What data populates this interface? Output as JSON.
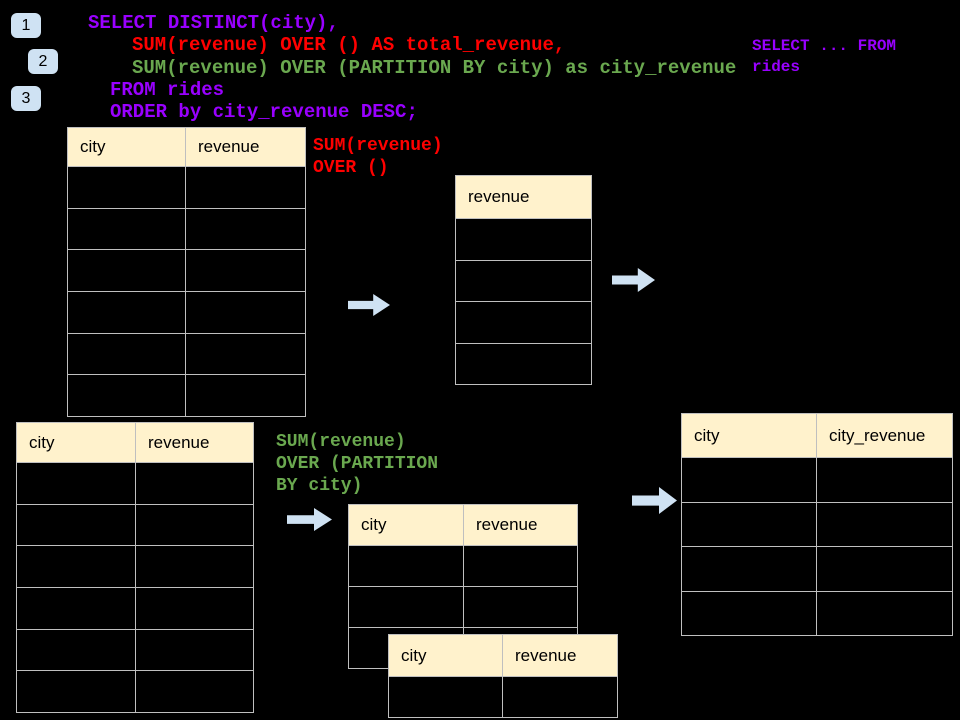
{
  "colors": {
    "background": "#000000",
    "purple": "#9900ff",
    "red": "#ff0000",
    "green": "#6aa84f",
    "header_bg": "#fff2cc",
    "arrow_blue": "#cfe2f3",
    "badge_bg": "#cfe2f3",
    "table_border": "#bfbfbf"
  },
  "badges": {
    "items": [
      "1",
      "2",
      "3"
    ]
  },
  "code": {
    "lines": [
      {
        "text": "SELECT DISTINCT(city),",
        "color": "purple"
      },
      {
        "text": "SUM(revenue) OVER () AS total_revenue,",
        "color": "red"
      },
      {
        "text": "SUM(revenue) OVER (PARTITION BY city) as city_revenue",
        "color": "green"
      },
      {
        "text": "FROM rides",
        "color": "purple"
      },
      {
        "text": "ORDER by city_revenue DESC;",
        "color": "purple"
      }
    ]
  },
  "side_note": {
    "text": "SELECT ... FROM\nrides",
    "color": "purple"
  },
  "annotations": {
    "total_revenue_note": {
      "text": "SUM(revenue)\nOVER ()",
      "color": "red"
    },
    "partition_note": {
      "text": "SUM(revenue)\nOVER (PARTITION\nBY city)",
      "color": "green"
    }
  },
  "tables": {
    "source_top": {
      "headers": [
        "city",
        "revenue"
      ],
      "empty_rows": 6
    },
    "total_revenue": {
      "headers": [
        "revenue"
      ],
      "empty_rows": 4
    },
    "source_bottom": {
      "headers": [
        "city",
        "revenue"
      ],
      "empty_rows": 6
    },
    "partition_mid": {
      "headers": [
        "city",
        "revenue"
      ],
      "empty_rows": 3
    },
    "partition_overlay": {
      "headers": [
        "city",
        "revenue"
      ],
      "empty_rows": 1
    },
    "result_right": {
      "headers": [
        "city",
        "city_revenue"
      ],
      "empty_rows": 4
    }
  }
}
